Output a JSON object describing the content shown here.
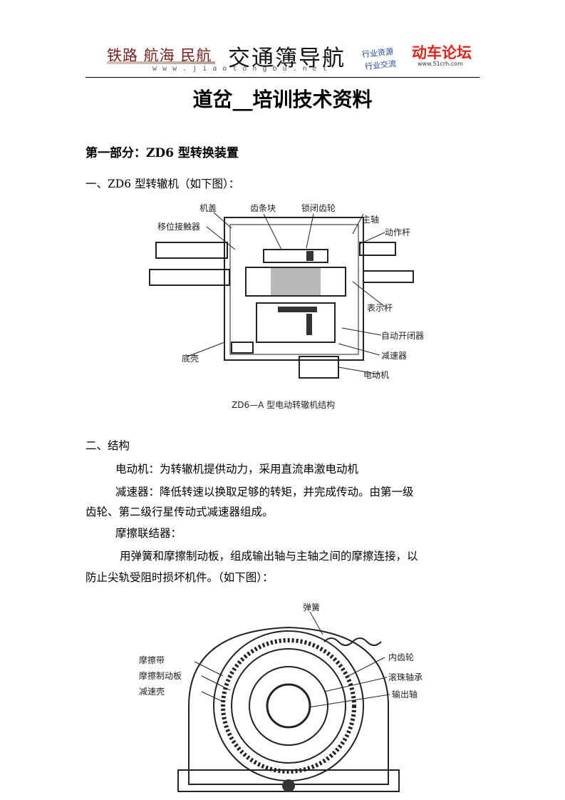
{
  "header": {
    "left_brand": "铁路 航海 民航",
    "site_url": "w w w . j i a o t o n g b u . n e t",
    "center_brand": "交通簿导航",
    "tag_top": "行业资源",
    "tag_bottom": "行业交流",
    "right_brand": "动车论坛",
    "right_url": "www.51crh.com"
  },
  "title": "道岔__培训技术资料",
  "section1": {
    "heading": "第一部分：ZD6 型转换装置",
    "item1": "一、ZD6 型转辙机（如下图）："
  },
  "figure1": {
    "labels": {
      "jigai": "机盖",
      "chitiaokuai": "齿条块",
      "suobichilun": "锁闭齿轮",
      "zhuzhou": "主轴",
      "yiwei": "移位接触器",
      "dongzuogan": "动作杆",
      "biaoshigan": "表示杆",
      "dike": "底壳",
      "zidong": "自动开闭器",
      "jiansuqi": "减速器",
      "diandongji": "电动机"
    },
    "caption": "ZD6—A 型电动转辙机结构"
  },
  "section2": {
    "heading": "二、结构",
    "p1": "电动机：为转辙机提供动力，采用直流串激电动机",
    "p2_line1": "减速器：降低转速以换取足够的转矩，并完成传动。由第一级",
    "p2_line2": "齿轮、第二级行星传动式减速器组成。",
    "p3": "摩擦联结器：",
    "p4_line1": "用弹簧和摩擦制动板，组成输出轴与主轴之间的摩擦连接，以",
    "p4_line2": "防止尖轨受阻时损坏机件。（如下图）："
  },
  "figure2": {
    "labels": {
      "tanhuang": "弹簧",
      "mocadai": "摩擦带",
      "mocazhidongban": "摩擦制动板",
      "jiansuke": "减速壳",
      "neichilun": "内齿轮",
      "gunzhu": "滚珠轴承",
      "shuchuzhou": "输出轴"
    }
  }
}
